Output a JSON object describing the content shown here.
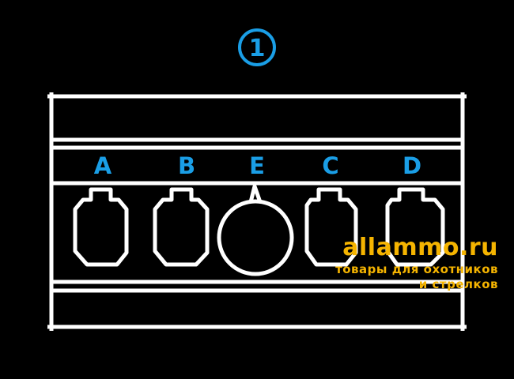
{
  "diagram": {
    "step_number": "1",
    "slot_labels": [
      "A",
      "B",
      "E",
      "C",
      "D"
    ],
    "accent_color": "#1a9ee6",
    "line_color": "#ffffff",
    "background_color": "#000000"
  },
  "watermark": {
    "brand": "allammo.ru",
    "tagline_1": "товары для охотников",
    "tagline_2": "и стрелков",
    "color": "#f5b400"
  }
}
